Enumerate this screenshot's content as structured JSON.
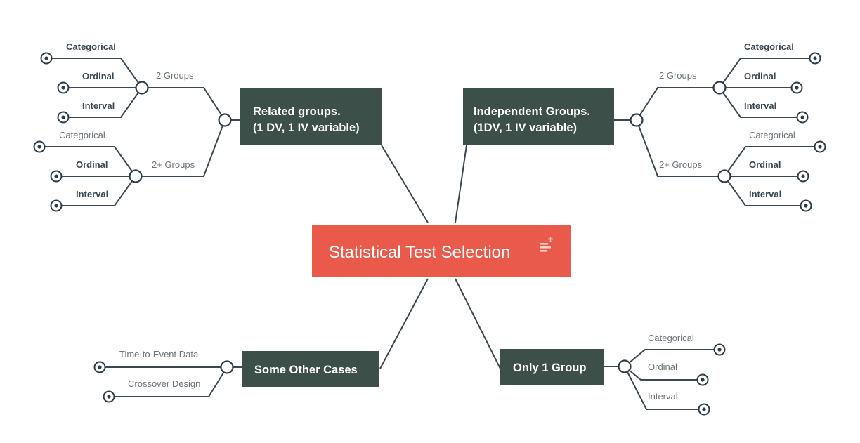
{
  "diagram": {
    "title": "Statistical Test Selection",
    "type": "mind-map",
    "colors": {
      "root_fill": "#ea5a4b",
      "branch_fill": "#3c4f49",
      "line": "#3a4750",
      "label_bold": "#3a4750",
      "label_light": "#6b7378",
      "background": "#ffffff"
    }
  },
  "root": {
    "label": "Statistical Test Selection",
    "icon": "add-to-list-icon"
  },
  "branches": {
    "related_groups": {
      "line1": "Related groups.",
      "line2": "(1 DV, 1 IV variable)",
      "groups": [
        {
          "label": "2 Groups",
          "leaves": [
            "Categorical",
            "Ordinal",
            "Interval"
          ]
        },
        {
          "label": "2+ Groups",
          "leaves": [
            "Categorical",
            "Ordinal",
            "Interval"
          ]
        }
      ]
    },
    "independent_groups": {
      "line1": "Independent Groups.",
      "line2": "(1DV, 1 IV variable)",
      "groups": [
        {
          "label": "2 Groups",
          "leaves": [
            "Categorical",
            "Ordinal",
            "Interval"
          ]
        },
        {
          "label": "2+ Groups",
          "leaves": [
            "Categorical",
            "Ordinal",
            "Interval"
          ]
        }
      ]
    },
    "some_other_cases": {
      "label": "Some Other Cases",
      "leaves": [
        "Time-to-Event Data",
        "Crossover Design"
      ]
    },
    "only_one_group": {
      "label": "Only 1 Group",
      "leaves": [
        "Categorical",
        "Ordinal",
        "Interval"
      ]
    }
  }
}
